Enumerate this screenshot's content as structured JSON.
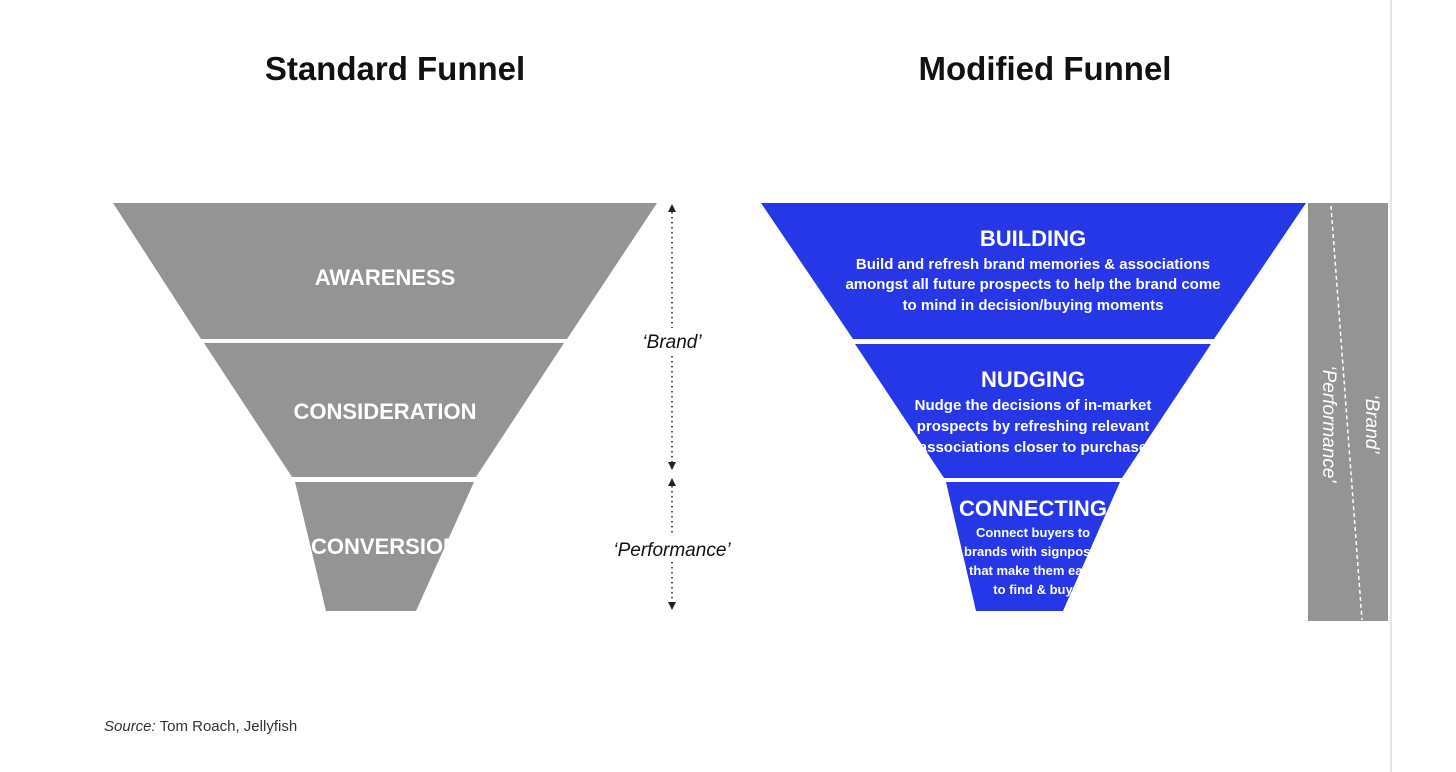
{
  "standard": {
    "title": "Standard Funnel",
    "stages": [
      "AWARENESS",
      "CONSIDERATION",
      "CONVERSION"
    ],
    "brand_label": "‘Brand’",
    "performance_label": "‘Performance’"
  },
  "modified": {
    "title": "Modified Funnel",
    "stages": [
      {
        "name": "BUILDING",
        "lines": [
          "Build and refresh brand memories & associations",
          "amongst all future prospects to help the brand come",
          "to mind in decision/buying moments"
        ]
      },
      {
        "name": "NUDGING",
        "lines": [
          "Nudge the decisions of in-market",
          "prospects by refreshing relevant",
          "associations closer to purchase"
        ]
      },
      {
        "name": "CONNECTING",
        "lines": [
          "Connect buyers to",
          "brands with signposts",
          "that make them easy",
          "to find & buy"
        ]
      }
    ],
    "side_brand": "‘Brand’",
    "side_performance": "‘Performance’"
  },
  "source": {
    "label": "Source:",
    "text": "Tom Roach, Jellyfish"
  },
  "colors": {
    "gray": "#949494",
    "blue": "#2637e8",
    "white": "#ffffff"
  }
}
